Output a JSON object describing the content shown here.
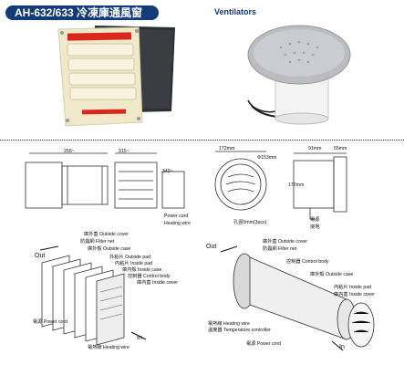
{
  "header": {
    "model": "AH-632/633 冷凍庫通風窗",
    "category": "Ventilators"
  },
  "left_diagram": {
    "dim_labels": [
      "255~",
      "315~",
      "340~"
    ],
    "legend_text": [
      "Power cord",
      "Heating wire"
    ],
    "parts": [
      {
        "zh": "庫外蓋",
        "en": "Outside cover"
      },
      {
        "zh": "防蟲網",
        "en": "Filter net"
      },
      {
        "zh": "庫外殼",
        "en": "Outside case"
      },
      {
        "zh": "外粘片",
        "en": "Outside pad"
      },
      {
        "zh": "內粘片",
        "en": "Inside pad"
      },
      {
        "zh": "庫內殼",
        "en": "Inside case"
      },
      {
        "zh": "控制器",
        "en": "Control body"
      },
      {
        "zh": "庫內蓋",
        "en": "Inside cover"
      }
    ],
    "out_label": "Out",
    "in_label": "In",
    "power_cord": "電源 Power cord",
    "heating_wire": "電熱線 Heating wire"
  },
  "right_diagram": {
    "dims": [
      "172mm",
      "Φ153mm",
      "91mm",
      "55mm",
      "172mm"
    ],
    "hole_note": "孔徑5mm(3pcs)",
    "power_zh": "電源",
    "heating_zh": "接地",
    "parts": [
      {
        "zh": "庫外蓋",
        "en": "Outside cover"
      },
      {
        "zh": "防蟲網",
        "en": "Filter net"
      },
      {
        "zh": "控制器",
        "en": "Control body"
      },
      {
        "zh": "庫外殼",
        "en": "Outside case"
      },
      {
        "zh": "內粘片",
        "en": "Inside pad"
      },
      {
        "zh": "庫內蓋",
        "en": "Inside cover"
      }
    ],
    "heating_wire": "電熱線 Heating wire",
    "temp_controller": "溫度器 Temperature controller",
    "power_cord": "電源 Power cord",
    "out_label": "Out",
    "in_label": "In"
  },
  "colors": {
    "header_bg": "#123b78",
    "label_red": "#d9281e",
    "vent_body": "#f2ecd0",
    "vent_back": "#2c2f33",
    "dome_gray": "#b9bcc0"
  }
}
